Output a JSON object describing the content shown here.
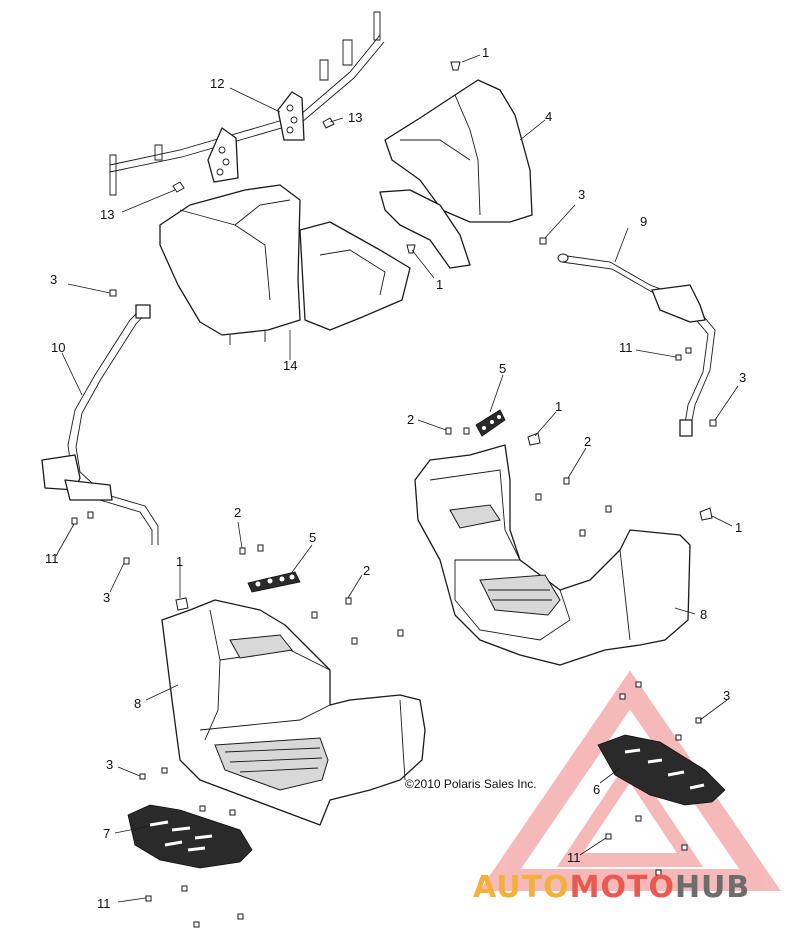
{
  "diagram": {
    "copyright": "©2010 Polaris Sales Inc.",
    "callouts": {
      "c1a": "1",
      "c1b": "1",
      "c1c": "1",
      "c1d": "1",
      "c1e": "1",
      "c2a": "2",
      "c2b": "2",
      "c2c": "2",
      "c2d": "2",
      "c3a": "3",
      "c3b": "3",
      "c3c": "3",
      "c3d": "3",
      "c3e": "3",
      "c3f": "3",
      "c4": "4",
      "c5a": "5",
      "c5b": "5",
      "c6": "6",
      "c7": "7",
      "c8a": "8",
      "c8b": "8",
      "c9": "9",
      "c10": "10",
      "c11a": "11",
      "c11b": "11",
      "c11c": "11",
      "c11d": "11",
      "c12": "12",
      "c13a": "13",
      "c13b": "13",
      "c14": "14"
    }
  },
  "watermark": {
    "part1": "AUTO",
    "part2": "MOTO",
    "part3": "HUB",
    "colors": {
      "auto": "#f3b13a",
      "moto": "#e9594f",
      "hub": "#6d6d6d"
    }
  }
}
